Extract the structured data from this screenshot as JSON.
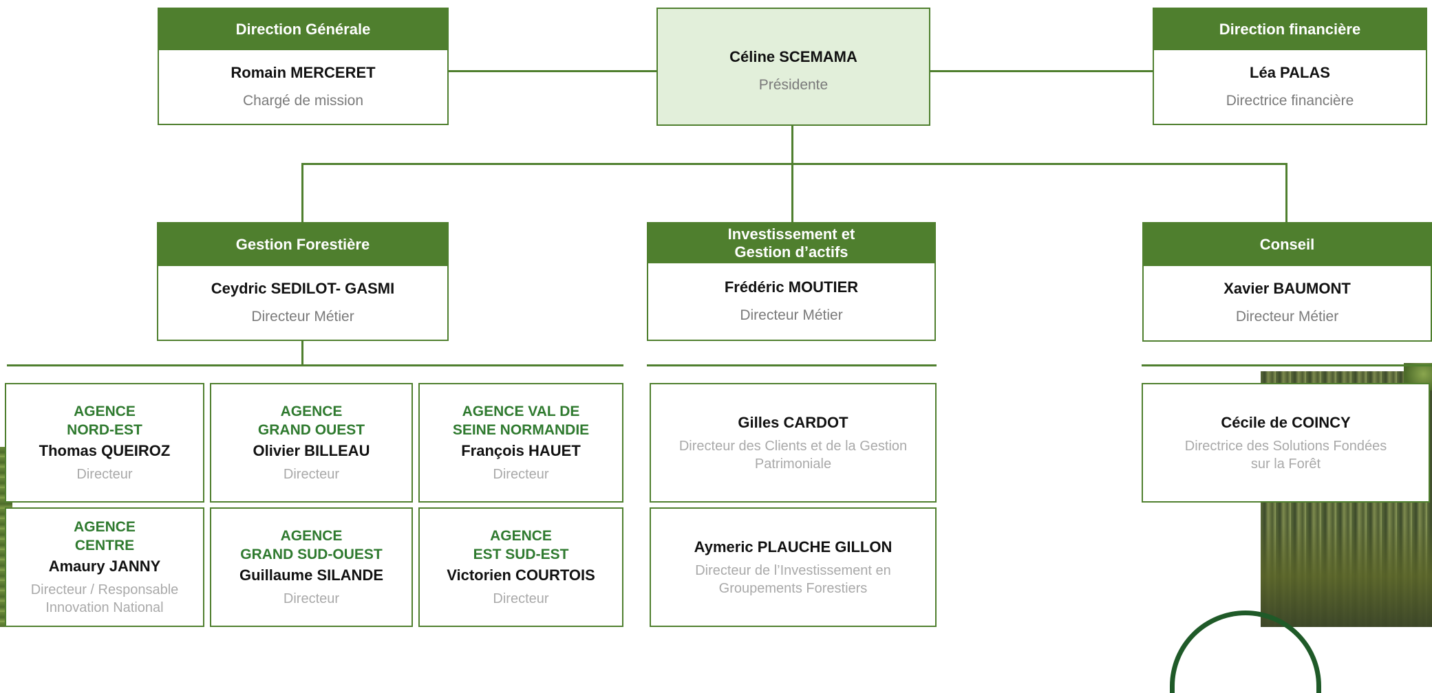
{
  "top": {
    "generale": {
      "header": "Direction Générale",
      "name": "Romain MERCERET",
      "role": "Chargé de mission"
    },
    "presidente": {
      "name": "Céline SCEMAMA",
      "role": "Présidente"
    },
    "financiere": {
      "header": "Direction financière",
      "name": "Léa PALAS",
      "role": "Directrice financière"
    }
  },
  "departments": {
    "forestiere": {
      "header": "Gestion Forestière",
      "name": "Ceydric SEDILOT- GASMI",
      "role": "Directeur Métier"
    },
    "investissement": {
      "header_line1": "Investissement et",
      "header_line2": "Gestion d’actifs",
      "name": "Frédéric MOUTIER",
      "role": "Directeur Métier"
    },
    "conseil": {
      "header": "Conseil",
      "name": "Xavier BAUMONT",
      "role": "Directeur Métier"
    }
  },
  "agencies": {
    "nord_est": {
      "line1": "AGENCE",
      "line2": "NORD-EST",
      "name": "Thomas QUEIROZ",
      "role": "Directeur"
    },
    "grand_ouest": {
      "line1": "AGENCE",
      "line2": "GRAND OUEST",
      "name": "Olivier BILLEAU",
      "role": "Directeur"
    },
    "val_de_seine": {
      "line1": "AGENCE VAL DE",
      "line2": "SEINE NORMANDIE",
      "name": "François HAUET",
      "role": "Directeur"
    },
    "centre": {
      "line1": "AGENCE",
      "line2": "CENTRE",
      "name": "Amaury JANNY",
      "role_line1": "Directeur / Responsable",
      "role_line2": "Innovation National"
    },
    "grand_sud_ouest": {
      "line1": "AGENCE",
      "line2": "GRAND SUD-OUEST",
      "name": "Guillaume SILANDE",
      "role": "Directeur"
    },
    "est_sud_est": {
      "line1": "AGENCE",
      "line2": "EST SUD-EST",
      "name": "Victorien COURTOIS",
      "role": "Directeur"
    }
  },
  "investment_team": {
    "cardot": {
      "name": "Gilles CARDOT",
      "role_line1": "Directeur des Clients et de la Gestion",
      "role_line2": "Patrimoniale"
    },
    "plauche": {
      "name": "Aymeric PLAUCHE GILLON",
      "role_line1": "Directeur de l’Investissement en",
      "role_line2": "Groupements Forestiers"
    }
  },
  "conseil_team": {
    "coincy": {
      "name": "Cécile de COINCY",
      "role_line1": "Directrice des Solutions Fondées",
      "role_line2": "sur la Forêt"
    }
  },
  "colors": {
    "accent": "#4f7f2e",
    "president_fill": "#e2efda",
    "agency_text": "#2f7a2f"
  }
}
